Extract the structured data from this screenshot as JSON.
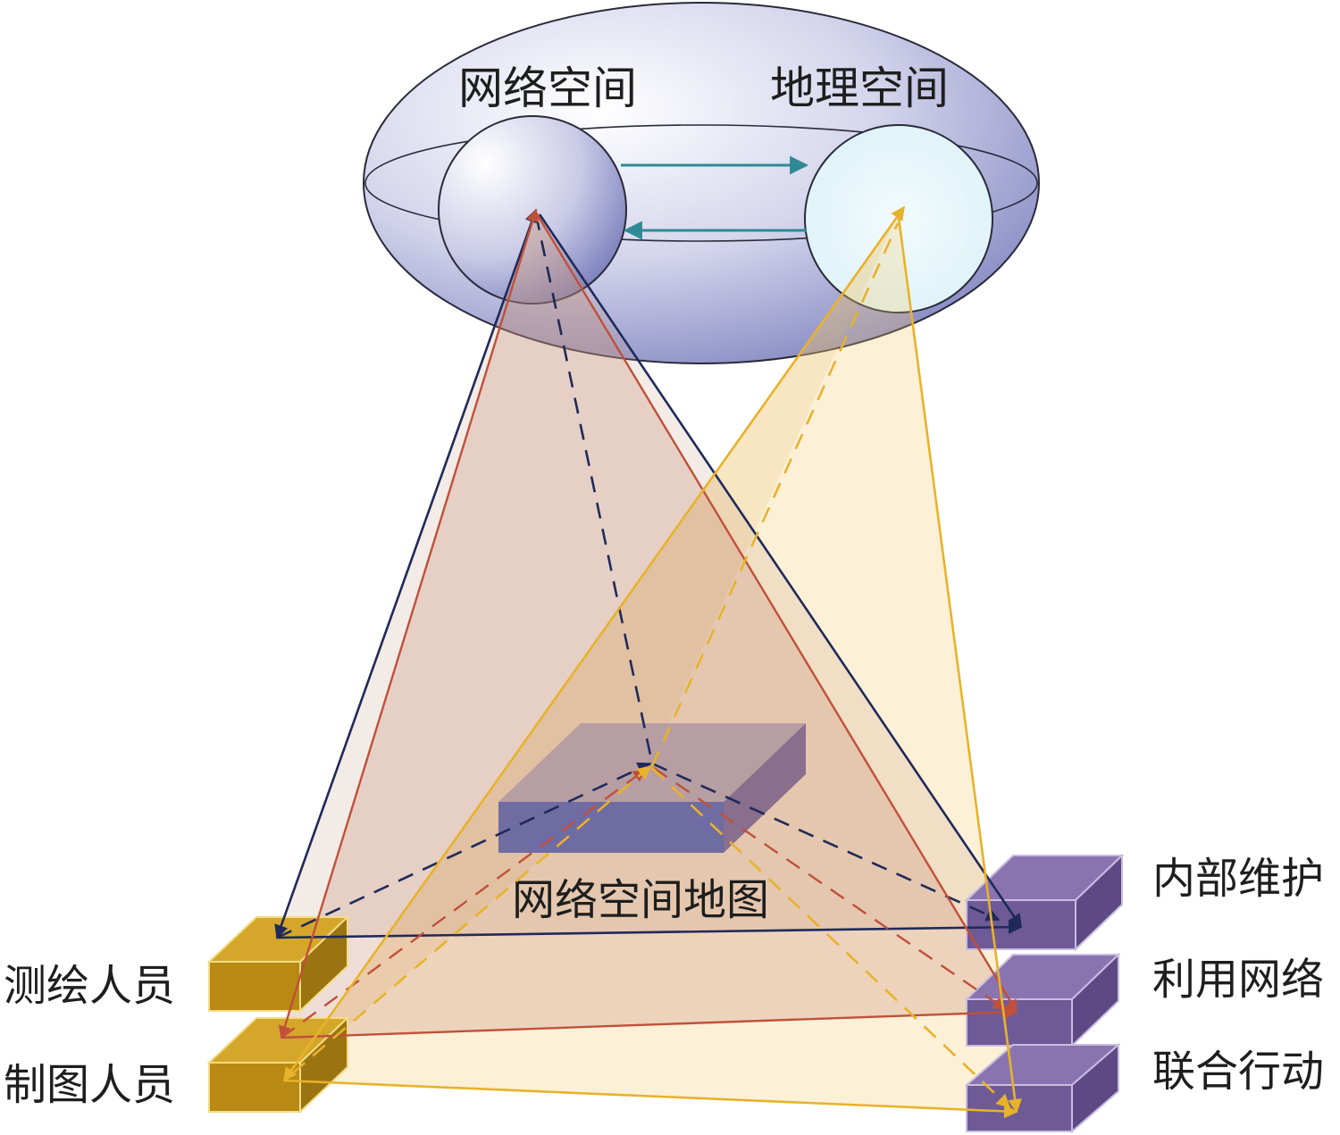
{
  "spaces": {
    "cyber": "网络空间",
    "geo": "地理空间"
  },
  "map_label": "网络空间地图",
  "left_labels": {
    "surveyors": "测绘人员",
    "cartographers": "制图人员"
  },
  "right_labels": {
    "internal_maintenance": "内部维护",
    "use_network": "利用网络",
    "joint_action": "联合行动"
  },
  "colors": {
    "ellipse_edge": "#2a2a3a",
    "ellipse_fill": "#a7a9d6",
    "cyber_sphere": "#9fa2d0",
    "geo_sphere": "#e4f5fa",
    "teal_arrow": "#2f8a94",
    "navy": "#1f2a5a",
    "red": "#c0503a",
    "gold": "#e8b22a",
    "map_top": "#b79ea3",
    "map_front": "#6f6ba3",
    "map_side": "#8a6e8e",
    "block_gold": "#b88a14",
    "block_purple": "#6e5a96"
  }
}
